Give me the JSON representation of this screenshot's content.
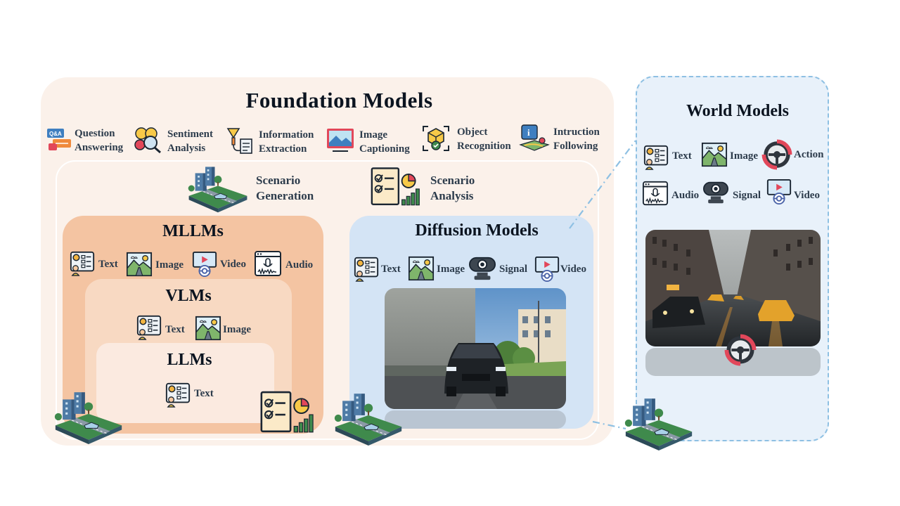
{
  "foundation": {
    "title": "Foundation Models",
    "tasks": [
      {
        "line1": "Question",
        "line2": "Answering",
        "icon": "qa-icon"
      },
      {
        "line1": "Sentiment",
        "line2": "Analysis",
        "icon": "sentiment-icon"
      },
      {
        "line1": "Information",
        "line2": "Extraction",
        "icon": "extraction-icon"
      },
      {
        "line1": "Image",
        "line2": "Captioning",
        "icon": "captioning-icon"
      },
      {
        "line1": "Object",
        "line2": "Recognition",
        "icon": "object-icon"
      },
      {
        "line1": "Intruction",
        "line2": "Following",
        "icon": "instruction-icon"
      }
    ],
    "scenario_generation": {
      "line1": "Scenario",
      "line2": "Generation"
    },
    "scenario_analysis": {
      "line1": "Scenario",
      "line2": "Analysis"
    }
  },
  "mllms": {
    "title": "MLLMs",
    "modalities": [
      "Text",
      "Image",
      "Video",
      "Audio"
    ]
  },
  "vlms": {
    "title": "VLMs",
    "modalities": [
      "Text",
      "Image"
    ]
  },
  "llms": {
    "title": "LLMs",
    "modalities": [
      "Text"
    ]
  },
  "diffusion": {
    "title": "Diffusion Models",
    "modalities": [
      "Text",
      "Image",
      "Signal",
      "Video"
    ]
  },
  "world": {
    "title": "World Models",
    "modalities": [
      "Text",
      "Image",
      "Action",
      "Audio",
      "Signal",
      "Video"
    ]
  },
  "colors": {
    "foundation_bg": "#fbf1ea",
    "mllm_bg": "#f4c4a2",
    "vlm_bg": "#f8d9c2",
    "llm_bg": "#fbeae0",
    "diffusion_bg": "#d4e4f5",
    "world_bg": "#e8f1fa",
    "dashed_border": "#8ec0e3"
  }
}
